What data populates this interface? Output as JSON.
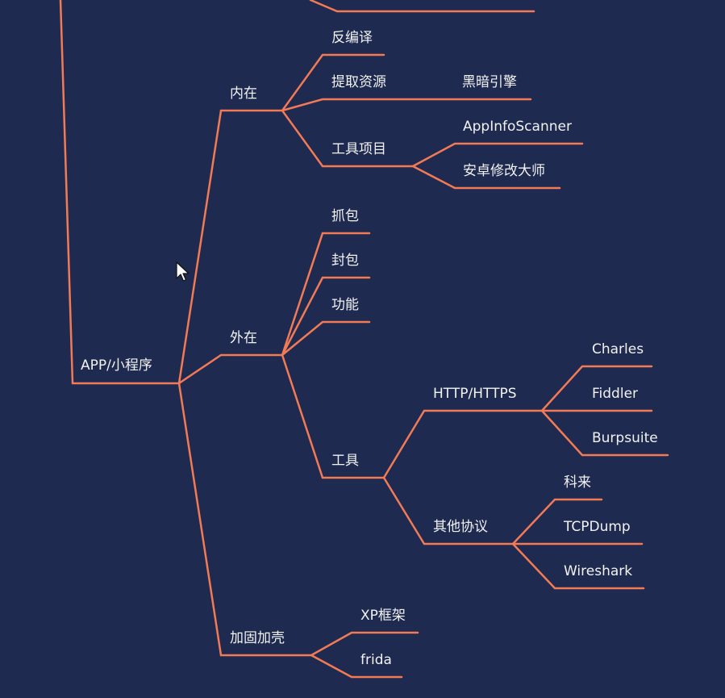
{
  "colors": {
    "background": "#1e2a50",
    "branch": "#f27a55",
    "text": "#f2f2f2"
  },
  "mindmap": {
    "root": {
      "label": "APP/小程序"
    },
    "inner": {
      "label": "内在",
      "decompile": "反编译",
      "extract": "提取资源",
      "dark_engine": "黑暗引擎",
      "tool_project": "工具项目",
      "appinfoscanner": "AppInfoScanner",
      "android_master": "安卓修改大师"
    },
    "outer": {
      "label": "外在",
      "capture": "抓包",
      "packet": "封包",
      "function": "功能",
      "tools": "工具",
      "http": "HTTP/HTTPS",
      "charles": "Charles",
      "fiddler": "Fiddler",
      "burpsuite": "Burpsuite",
      "other_protocols": "其他协议",
      "kelai": "科来",
      "tcpdump": "TCPDump",
      "wireshark": "Wireshark"
    },
    "harden": {
      "label": "加固加壳",
      "xposed": "XP框架",
      "frida": "frida"
    }
  }
}
